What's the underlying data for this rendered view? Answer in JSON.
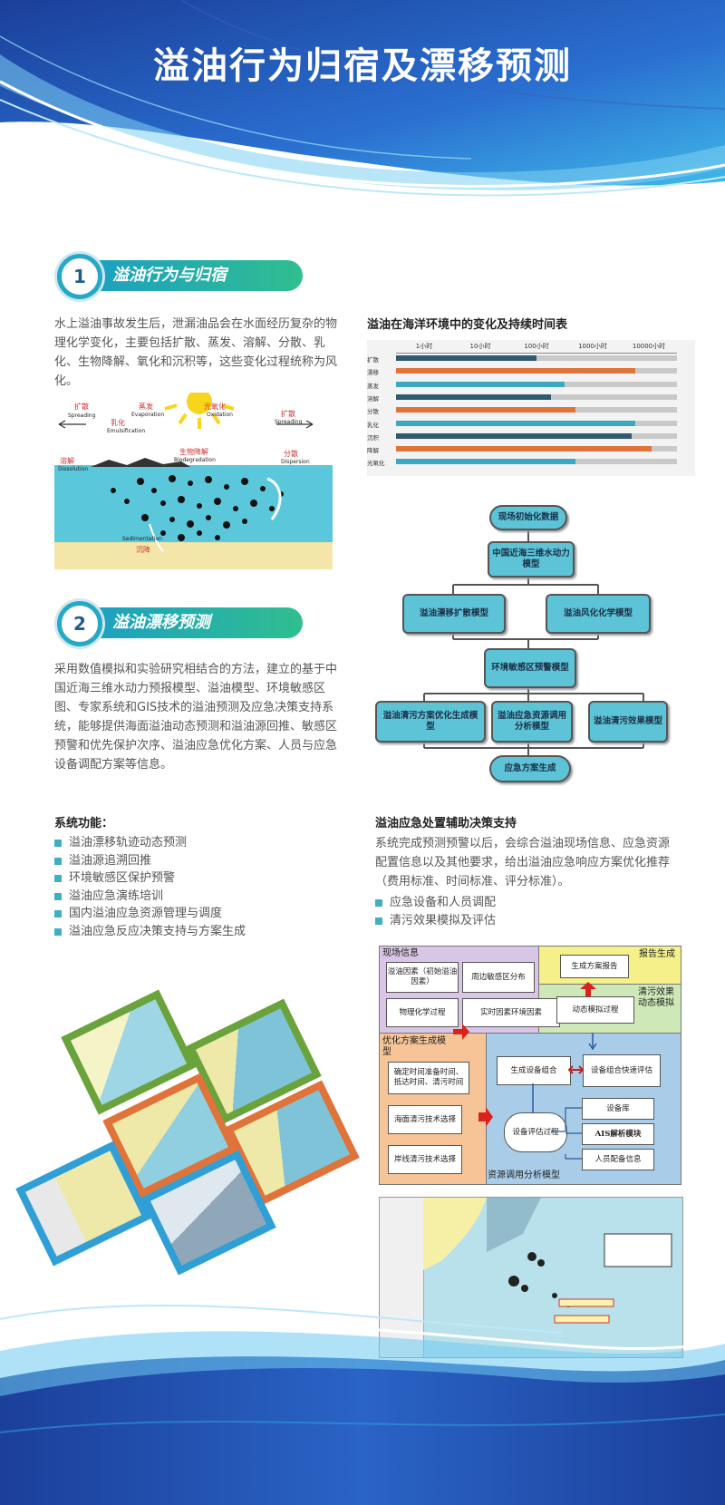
{
  "title": "溢油行为归宿及漂移预测",
  "section1": {
    "number": "1",
    "title": "溢油行为与归宿",
    "text": "水上溢油事故发生后，泄漏油品会在水面经历复杂的物理化学变化，主要包括扩散、蒸发、溶解、分散、乳化、生物降解、氧化和沉积等，这些变化过程统称为风化。",
    "diagram": {
      "evaporation_cn": "蒸发",
      "evaporation_en": "Evaporation",
      "oxidation_cn": "光氧化",
      "oxidation_en": "Oxidation",
      "spreading_left_cn": "扩散",
      "spreading_left_en": "Spreading",
      "spreading_right_cn": "扩散",
      "spreading_right_en": "Spreading",
      "emulsification_cn": "乳化",
      "emulsification_en": "Emulsification",
      "dissolution_cn": "溶解",
      "dissolution_en": "Dissolution",
      "biodegradation_cn": "生物降解",
      "biodegradation_en": "Biodegradation",
      "dispersion_cn": "分散",
      "dispersion_en": "Dispersion",
      "sedimentation_en": "Sedimentation",
      "sedimentation_cn": "沉降"
    }
  },
  "timeline": {
    "title": "溢油在海洋环境中的变化及持续时间表",
    "headers": [
      "1小时",
      "10小时",
      "100小时",
      "1000小时",
      "10000小时"
    ],
    "rows": [
      {
        "label": "扩散",
        "fraction": 0.5,
        "color": "#2f5a6f"
      },
      {
        "label": "漂移",
        "fraction": 0.85,
        "color": "#e0733a"
      },
      {
        "label": "蒸发",
        "fraction": 0.6,
        "color": "#3aa9c1"
      },
      {
        "label": "溶解",
        "fraction": 0.55,
        "color": "#2f5a6f"
      },
      {
        "label": "分散",
        "fraction": 0.64,
        "color": "#e0733a"
      },
      {
        "label": "乳化",
        "fraction": 0.85,
        "color": "#3aa9c1"
      },
      {
        "label": "沉积",
        "fraction": 0.84,
        "color": "#2f5a6f"
      },
      {
        "label": "降解",
        "fraction": 0.91,
        "color": "#e0733a"
      },
      {
        "label": "光氧化",
        "fraction": 0.64,
        "color": "#3aa9c1"
      }
    ]
  },
  "flowchart": {
    "init": "现场初始化数据",
    "hydro": "中国近海三维水动力模型",
    "drift": "溢油漂移扩散模型",
    "weathering": "溢油风化化学模型",
    "sensitive": "环境敏感区预警模型",
    "cleanup_opt": "溢油清污方案优化生成模型",
    "resource": "溢油应急资源调用分析模型",
    "effect": "溢油清污效果模型",
    "plan": "应急方案生成"
  },
  "section2": {
    "number": "2",
    "title": "溢油漂移预测",
    "text": "采用数值模拟和实验研究相结合的方法，建立的基于中国近海三维水动力预报模型、溢油模型、环境敏感区图、专家系统和GIS技术的溢油预测及应急决策支持系统，能够提供海面溢油动态预测和溢油源回推、敏感区预警和优先保护次序、溢油应急优化方案、人员与应急设备调配方案等信息。"
  },
  "functions": {
    "title": "系统功能：",
    "items": [
      "溢油漂移轨迹动态预测",
      "溢油源追溯回推",
      "环境敏感区保护预警",
      "溢油应急演练培训",
      "国内溢油应急资源管理与调度",
      "溢油应急反应决策支持与方案生成"
    ]
  },
  "decision": {
    "title": "溢油应急处置辅助决策支持",
    "text": "系统完成预测预警以后，会综合溢油现场信息、应急资源配置信息以及其他要求，给出溢油应急响应方案优化推荐（费用标准、时间标准、评分标准）。",
    "items": [
      "应急设备和人员调配",
      "清污效果模拟及评估"
    ]
  },
  "dss": {
    "field_info": "现场信息",
    "oil_factors": "溢油因素（初始溢油因素）",
    "nearby": "周边敏感区分布",
    "physchem": "物理化学过程",
    "realtime": "实时因素环境因素",
    "report_gen": "报告生成",
    "gen_report": "生成方案报告",
    "cleanup_sim_title": "清污效果动态模拟",
    "dyn_sim": "动态模拟过程",
    "opt_title": "优化方案生成模型",
    "determine_time": "确定时间准备时间、抵达时间、清污时间",
    "sea_tech": "海面清污技术选择",
    "shore_tech": "岸线清污技术选择",
    "gen_combo": "生成设备组合",
    "fast_eval": "设备组合快速评估",
    "eval_process": "设备评估过程",
    "equip_lib": "设备库",
    "ais": "AIS解析模块",
    "personnel": "人员配备信息",
    "resource_title": "资源调用分析模型"
  },
  "colors": {
    "teal": "#5cc4d6",
    "orange": "#e0733a",
    "dark": "#2f5a6f"
  }
}
